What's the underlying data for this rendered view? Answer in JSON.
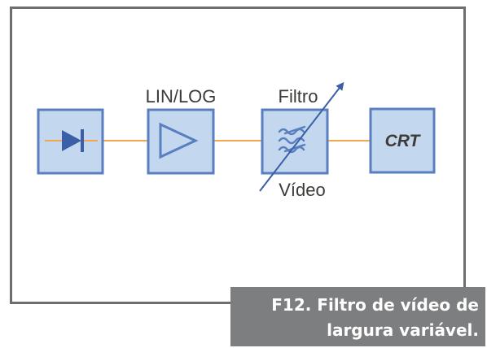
{
  "diagram": {
    "blocks": [
      {
        "id": "detector",
        "icon": "diode-icon"
      },
      {
        "id": "amplifier",
        "label": "LIN/LOG",
        "icon": "amplifier-triangle-icon"
      },
      {
        "id": "filter",
        "label_top": "Filtro",
        "label_bottom": "Vídeo",
        "icon": "variable-filter-icon"
      },
      {
        "id": "display",
        "label": "CRT"
      }
    ]
  },
  "caption": {
    "line1": "F12. Filtro de vídeo de",
    "line2": "largura variável."
  },
  "colors": {
    "block_stroke": "#5a7fc0",
    "block_fill": "#c3d8ee",
    "signal_line": "#f0a64f",
    "label_text": "#3d3a38",
    "diode_fill": "#3b5ea8",
    "frame": "#6e6e70",
    "caption_bg": "#7d7e80"
  }
}
